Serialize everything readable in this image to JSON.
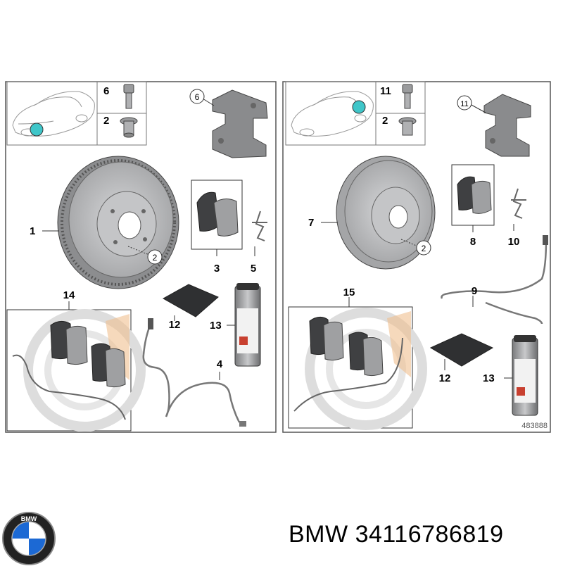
{
  "left_panel": {
    "callouts": {
      "disc": "1",
      "bolt_top": "6",
      "screw": "2",
      "screw_disc": "2",
      "caliper": "6",
      "pads": "3",
      "spring": "5",
      "kit": "14",
      "cloth": "12",
      "spray": "13",
      "sensor": "4"
    }
  },
  "right_panel": {
    "callouts": {
      "disc": "7",
      "bolt_top": "11",
      "screw": "2",
      "screw_disc": "2",
      "caliper": "11",
      "pads": "8",
      "spring": "10",
      "sensor": "9",
      "kit": "15",
      "cloth": "12",
      "spray": "13"
    },
    "diagram_number": "483888"
  },
  "brand": "BMW",
  "part_number": "34116786819",
  "colors": {
    "marker": "#3fc6c9",
    "disc": "#b9babc",
    "part": "#8a8b8d",
    "frame": "#555555",
    "accent_orange": "#f0c090"
  }
}
